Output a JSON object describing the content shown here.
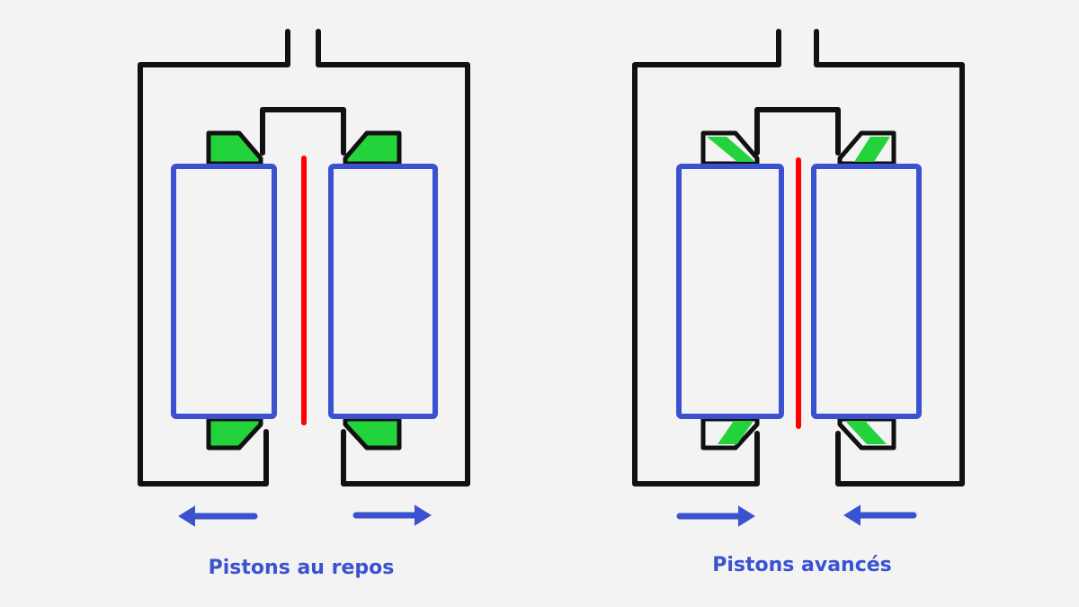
{
  "colors": {
    "background": "#f3f3f3",
    "body_outline": "#111111",
    "piston_outline": "#3a52d0",
    "seal": "#22d33c",
    "disc": "#ff0000",
    "arrow": "#3a52d0",
    "caption": "#3a52d0"
  },
  "panels": [
    {
      "caption": "Pistons au repos",
      "state": "rest",
      "arrows": [
        "left",
        "right"
      ]
    },
    {
      "caption": "Pistons avancés",
      "state": "advanced",
      "arrows": [
        "right",
        "left"
      ]
    }
  ]
}
